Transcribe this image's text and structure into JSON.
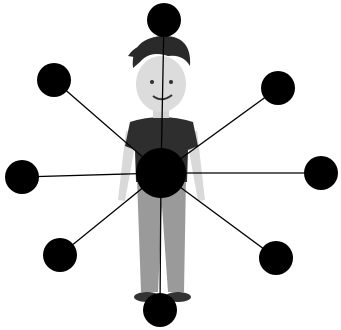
{
  "diagram": {
    "hub": {
      "id": "center"
    },
    "nodes": [
      {
        "id": "top"
      },
      {
        "id": "top-right"
      },
      {
        "id": "right"
      },
      {
        "id": "bottom-right"
      },
      {
        "id": "bottom"
      },
      {
        "id": "bottom-left"
      },
      {
        "id": "left"
      },
      {
        "id": "top-left"
      }
    ],
    "edges": [
      {
        "from": "center",
        "to": "top"
      },
      {
        "from": "center",
        "to": "top-right"
      },
      {
        "from": "center",
        "to": "right"
      },
      {
        "from": "center",
        "to": "bottom-right"
      },
      {
        "from": "center",
        "to": "bottom"
      },
      {
        "from": "center",
        "to": "bottom-left"
      },
      {
        "from": "center",
        "to": "left"
      },
      {
        "from": "center",
        "to": "top-left"
      }
    ],
    "colors": {
      "node": "#000000",
      "edge": "#000000",
      "hair": "#2a2a2a",
      "skin": "#d9d9d9",
      "shirt": "#2e2e2e",
      "pants": "#9a9a9a",
      "shoes": "#333333"
    }
  }
}
